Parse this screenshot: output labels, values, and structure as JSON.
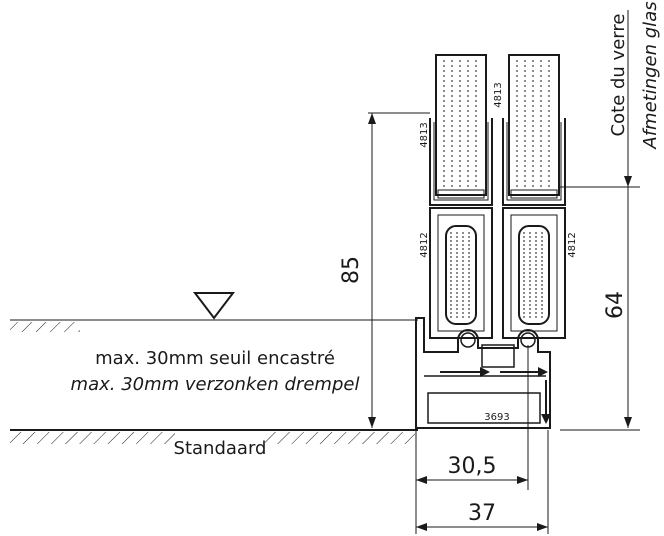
{
  "labels": {
    "glass_fr": "Cote du verre",
    "glass_nl": "Afmetingen glas",
    "height_total": "85",
    "height_frame": "64",
    "profile_top_left": "4813",
    "profile_top_right": "4813",
    "profile_mid_left": "4812",
    "profile_mid_right": "4812",
    "profile_bottom": "3693",
    "threshold_fr": "max. 30mm seuil encastré",
    "threshold_nl": "max. 30mm verzonken drempel",
    "standard": "Standaard",
    "width_inner": "30,5",
    "width_outer": "37"
  }
}
